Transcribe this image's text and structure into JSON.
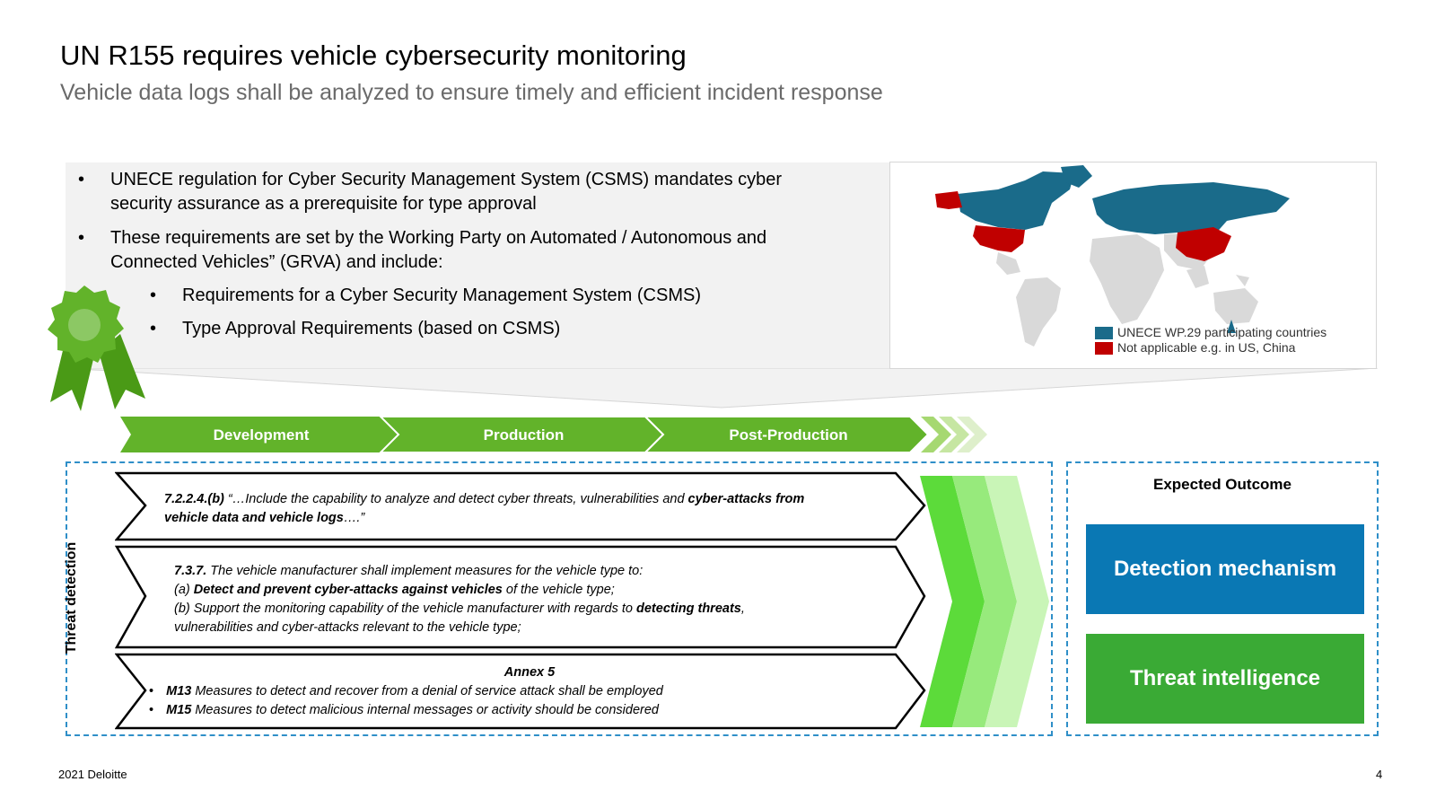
{
  "header": {
    "title": "UN R155 requires vehicle cybersecurity monitoring",
    "subtitle": "Vehicle data logs shall be analyzed to ensure timely and efficient incident response"
  },
  "info": {
    "bullets": [
      "UNECE regulation for Cyber Security Management System (CSMS) mandates cyber",
      "security assurance as a prerequisite for type approval",
      "These requirements are set by the Working Party on Automated / Autonomous and",
      "Connected Vehicles” (GRVA) and include:"
    ],
    "sub_bullets": [
      "Requirements for a Cyber Security Management System (CSMS)",
      "Type Approval Requirements (based on CSMS)"
    ],
    "bullet_glyph": "•"
  },
  "map": {
    "legend": [
      {
        "label": "UNECE WP.29 participating countries",
        "color": "#1a6b8a"
      },
      {
        "label": "Not applicable e.g. in US, China",
        "color": "#c00000"
      }
    ],
    "land_color": "#d9d9d9"
  },
  "phases": [
    "Development",
    "Production",
    "Post-Production"
  ],
  "threat": {
    "label": "Threat detection",
    "req1": {
      "ref": "7.2.2.4.(b)",
      "text_a": " “…Include the capability to analyze and detect cyber threats, vulnerabilities and ",
      "bold_a": "cyber-attacks from",
      "bold_b": "vehicle data and vehicle logs",
      "text_b": "….”"
    },
    "req2": {
      "ref": "7.3.7.",
      "line1": " The vehicle manufacturer shall implement measures for the vehicle type to:",
      "line2_a": "(a) ",
      "line2_bold": "Detect and prevent cyber-attacks against vehicles",
      "line2_b": " of the vehicle type;",
      "line3_a": "(b) Support the monitoring capability of the vehicle manufacturer with regards to ",
      "line3_bold": "detecting threats",
      "line3_b": ",",
      "line4": "vulnerabilities and cyber-attacks relevant to the vehicle type;"
    },
    "req3": {
      "title": "Annex 5",
      "items": [
        {
          "code": "M13",
          "text": " Measures to detect and recover from a denial of service attack shall be employed"
        },
        {
          "code": "M15",
          "text": " Measures to detect malicious internal messages or activity should be considered"
        }
      ]
    }
  },
  "outcome": {
    "title": "Expected Outcome",
    "cards": [
      {
        "label": "Detection mechanism",
        "color": "#0a78b4"
      },
      {
        "label": "Threat intelligence",
        "color": "#3aaa35"
      }
    ]
  },
  "footer": {
    "left": "2021 Deloitte",
    "page": "4"
  },
  "colors": {
    "accent_green": "#5aaa1e",
    "arrow_green_1": "#5cdb3a",
    "arrow_green_2": "#97ea7c",
    "arrow_green_3": "#c9f5b7",
    "dashed_blue": "#2f8fc8"
  }
}
